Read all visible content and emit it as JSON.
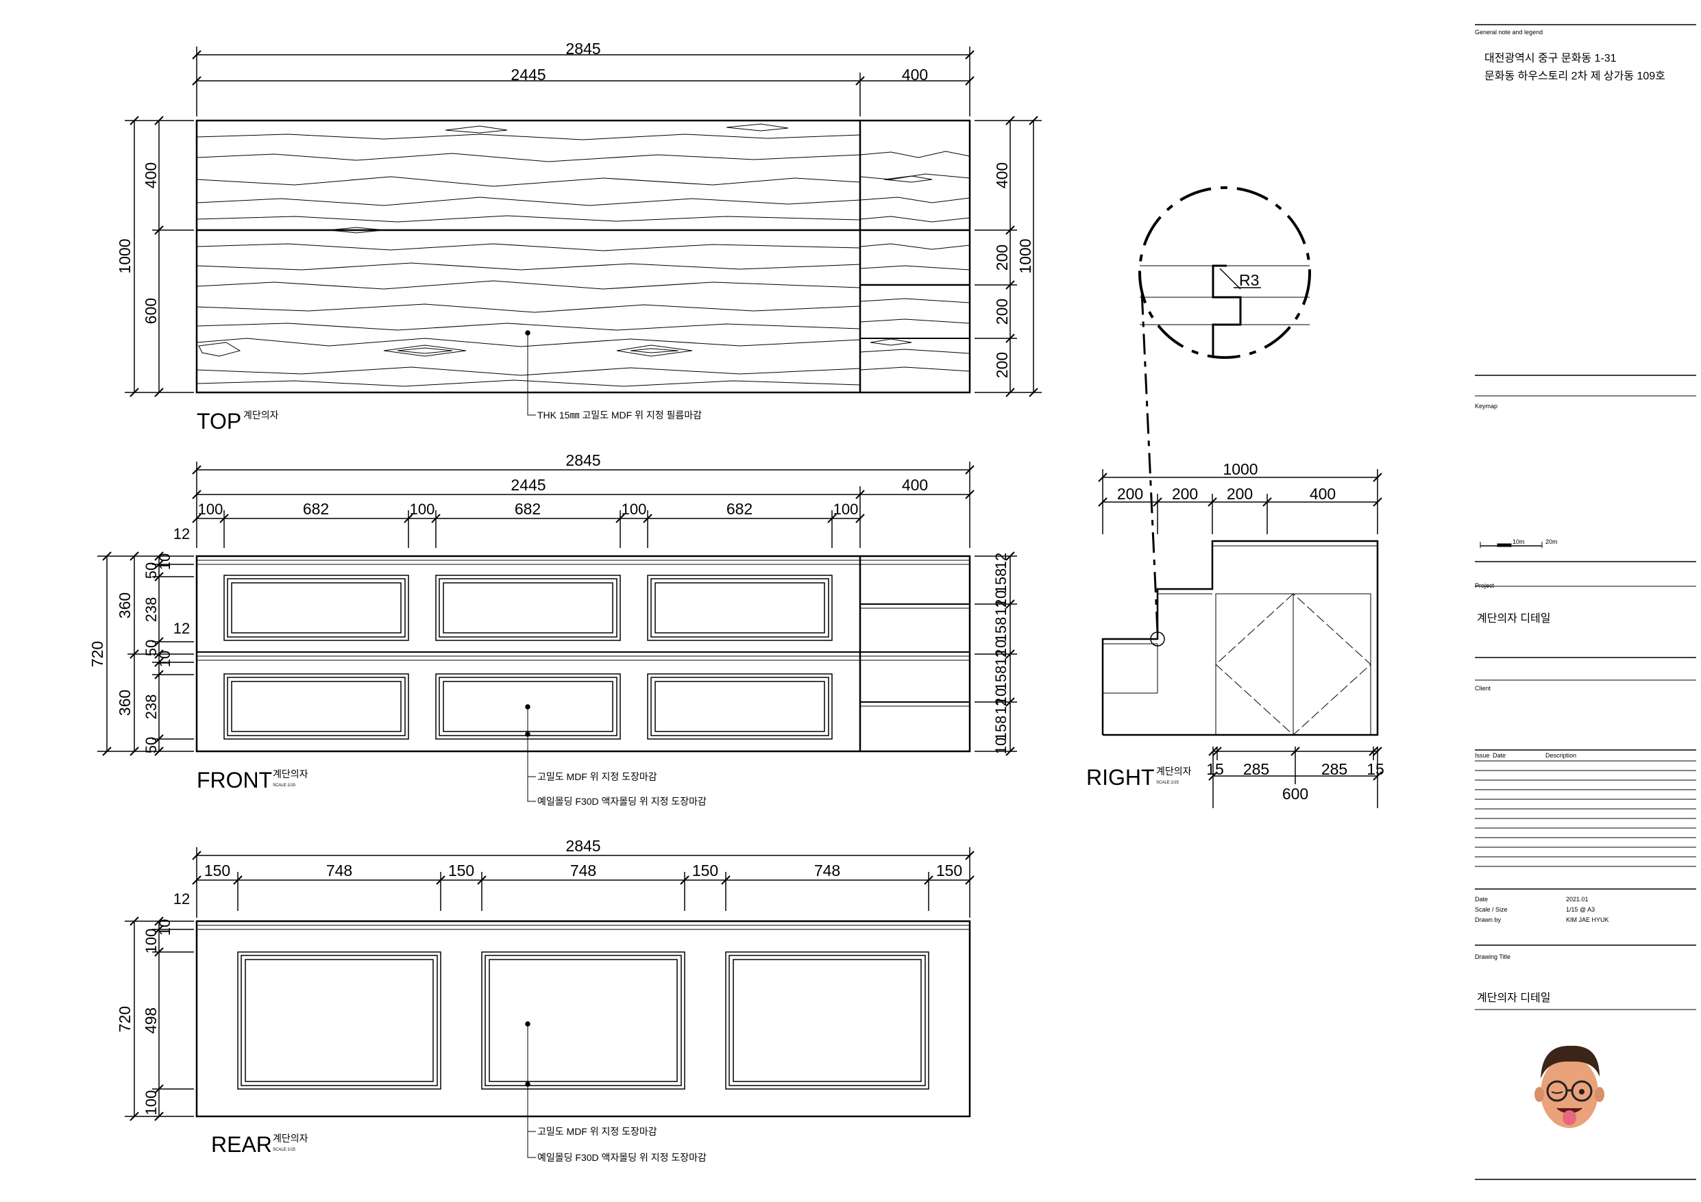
{
  "drawing": {
    "top": {
      "title": "TOP",
      "subtitle": "계단의자",
      "dims_top": [
        "2845",
        "2445",
        "400"
      ],
      "dims_left": [
        "1000",
        "400",
        "600"
      ],
      "dims_right": [
        "400",
        "200",
        "200",
        "200",
        "1000"
      ],
      "note": "THK 15㎜ 고밀도 MDF 위 지정 필름마감"
    },
    "front": {
      "title": "FRONT",
      "subtitle": "계단의자",
      "scale": "SCALE:1/15",
      "dims_top": [
        "2845",
        "2445",
        "400"
      ],
      "dims_segments": [
        "100",
        "682",
        "100",
        "682",
        "100",
        "682",
        "100"
      ],
      "dims_left_outer": "720",
      "dims_left": [
        "360",
        "360"
      ],
      "dims_left_inner": [
        "12",
        "50",
        "238",
        "12",
        "50",
        "238",
        "50"
      ],
      "dims_left_10": [
        "10",
        "10"
      ],
      "dims_right": [
        "12",
        "158",
        "10",
        "12",
        "158",
        "10",
        "12",
        "158",
        "10",
        "12",
        "158",
        "10"
      ],
      "note1": "고밀도 MDF 위 지정 도장마감",
      "note2": "예일몰딩 F30D 액자몰딩 위 지정 도장마감"
    },
    "rear": {
      "title": "REAR",
      "subtitle": "계단의자",
      "scale": "SCALE:1/15",
      "dims_top": [
        "2845"
      ],
      "dims_segments": [
        "150",
        "748",
        "150",
        "748",
        "150",
        "748",
        "150"
      ],
      "dims_left_outer": "720",
      "dims_left": [
        "12",
        "10",
        "100",
        "498",
        "100"
      ],
      "note1": "고밀도 MDF 위 지정 도장마감",
      "note2": "예일몰딩 F30D 액자몰딩 위 지정 도장마감"
    },
    "right": {
      "title": "RIGHT",
      "subtitle": "계단의자",
      "scale": "SCALE:1/15",
      "dims_top": [
        "1000",
        "200",
        "200",
        "200",
        "400"
      ],
      "dims_bottom": [
        "15",
        "285",
        "285",
        "15",
        "600"
      ],
      "detail_label": "R3"
    }
  },
  "title_block": {
    "general_note_label": "General note and legend",
    "address_line1": "대전광역시 중구 문화동 1-31",
    "address_line2": "문화동 하우스토리 2차 제 상가동 109호",
    "keymap_label": "Keymap",
    "scale_bar_labels": [
      "10m",
      "20m"
    ],
    "project_label": "Project",
    "project_name": "계단의자 디테일",
    "client_label": "Client",
    "issue_label": "Issue",
    "date_col_label": "Date",
    "description_label": "Description",
    "date_label": "Date",
    "date_value": "2021.01",
    "scale_label": "Scale / Size",
    "scale_value": "1/15 @ A3",
    "drawn_label": "Drawn by",
    "drawn_value": "KIM JAE HYUK",
    "drawing_title_label": "Drawing Title",
    "drawing_title": "계단의자 디테일"
  }
}
